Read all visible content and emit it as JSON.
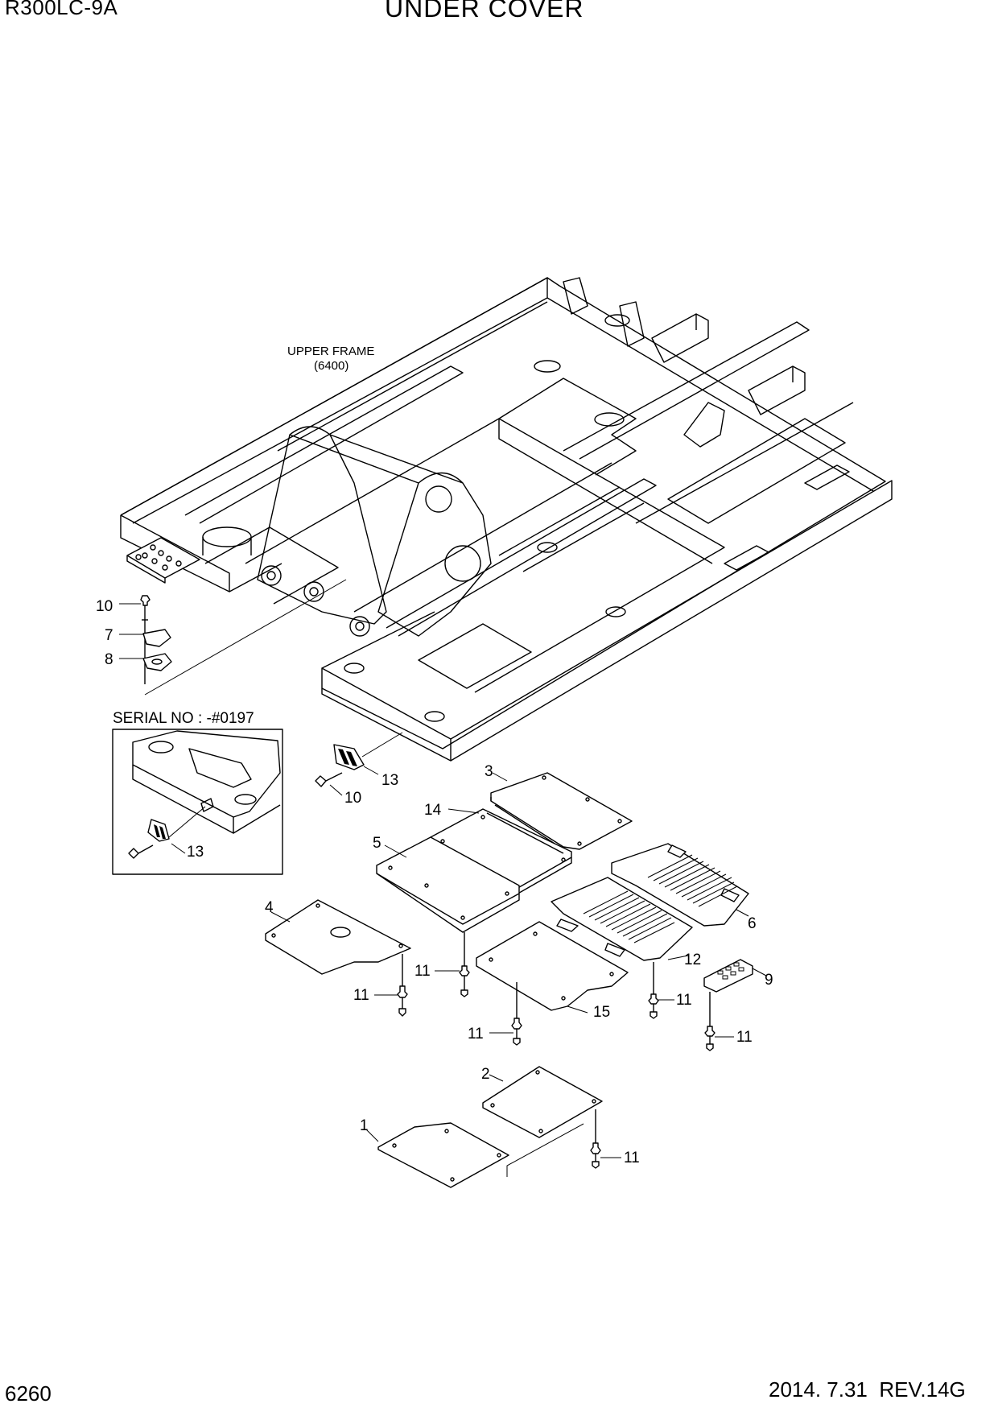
{
  "header": {
    "model": "R300LC-9A",
    "title": "UNDER COVER"
  },
  "frame_label": {
    "line1": "UPPER FRAME",
    "line2": "(6400)"
  },
  "inset": {
    "title": "SERIAL NO : -#0197"
  },
  "callouts": {
    "c1": "1",
    "c2": "2",
    "c3": "3",
    "c4": "4",
    "c5": "5",
    "c6": "6",
    "c7": "7",
    "c8": "8",
    "c9": "9",
    "c10a": "10",
    "c10b": "10",
    "c11a": "11",
    "c11b": "11",
    "c11c": "11",
    "c11d": "11",
    "c11e": "11",
    "c11f": "11",
    "c12": "12",
    "c13a": "13",
    "c13b": "13",
    "c14": "14",
    "c15": "15"
  },
  "footer": {
    "page": "6260",
    "revision": "2014. 7.31  REV.14G"
  }
}
